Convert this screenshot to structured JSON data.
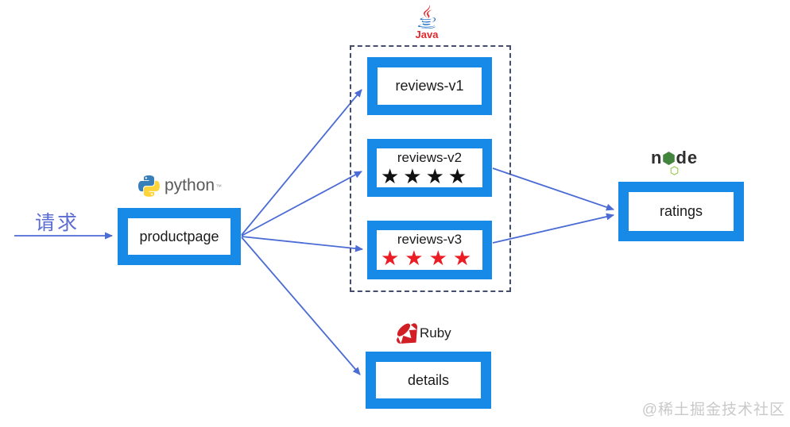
{
  "diagram": {
    "request_label": "请求",
    "watermark": "@稀土掘金技术社区"
  },
  "services": {
    "productpage": {
      "label": "productpage"
    },
    "reviews_v1": {
      "label": "reviews-v1"
    },
    "reviews_v2": {
      "label": "reviews-v2",
      "stars": "★★★★"
    },
    "reviews_v3": {
      "label": "reviews-v3",
      "stars": "★★★★"
    },
    "ratings": {
      "label": "ratings"
    },
    "details": {
      "label": "details"
    }
  },
  "tech": {
    "python": {
      "label": "python",
      "trademark": "™"
    },
    "java": {
      "label": "Java"
    },
    "ruby": {
      "label": "Ruby"
    },
    "node": {
      "label_part1": "n",
      "label_part2": "de"
    }
  },
  "edges": [
    {
      "from": "request",
      "to": "productpage"
    },
    {
      "from": "productpage",
      "to": "reviews-v1"
    },
    {
      "from": "productpage",
      "to": "reviews-v2"
    },
    {
      "from": "productpage",
      "to": "reviews-v3"
    },
    {
      "from": "productpage",
      "to": "details"
    },
    {
      "from": "reviews-v2",
      "to": "ratings"
    },
    {
      "from": "reviews-v3",
      "to": "ratings"
    }
  ],
  "colors": {
    "box_blue": "#1789e6",
    "arrow_blue": "#4b6bd5",
    "request_text": "#5b6cd2",
    "star_black": "#111111",
    "star_red": "#ec1c24",
    "dashed_border": "#454f6d",
    "java_red": "#e2272c",
    "java_cup_blue": "#1569c0",
    "python_blue": "#387eb8",
    "python_yellow": "#ffd43b",
    "ruby_red": "#d21f26",
    "node_green": "#43853d",
    "watermark_gray": "#c9c9c9"
  }
}
